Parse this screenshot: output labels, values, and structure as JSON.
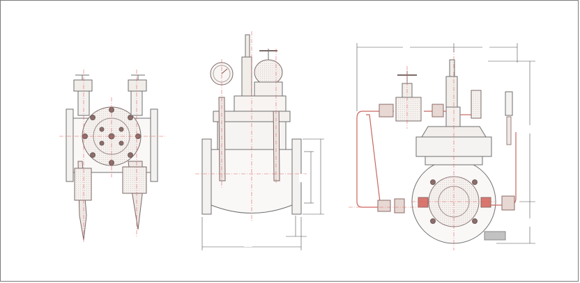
{
  "drawing": {
    "colors": {
      "outline": "#6e6e6e",
      "dimension": "#4d4d4d",
      "centerline": "#e0615f",
      "piping": "#c9665f",
      "fill_light": "#f3efec",
      "fill_dark": "#8a6e6a",
      "label_box": "#b8b8b8"
    },
    "views": [
      {
        "name": "side-view",
        "label": ""
      },
      {
        "name": "front-view",
        "label": ""
      },
      {
        "name": "top-view",
        "label": ""
      }
    ],
    "dimension_labels": {
      "front_width": "",
      "top_left_width": "",
      "top_right_width": "",
      "top_total_height": "",
      "top_lower_height": "",
      "flange_height_a": "",
      "flange_height_b": ""
    }
  }
}
